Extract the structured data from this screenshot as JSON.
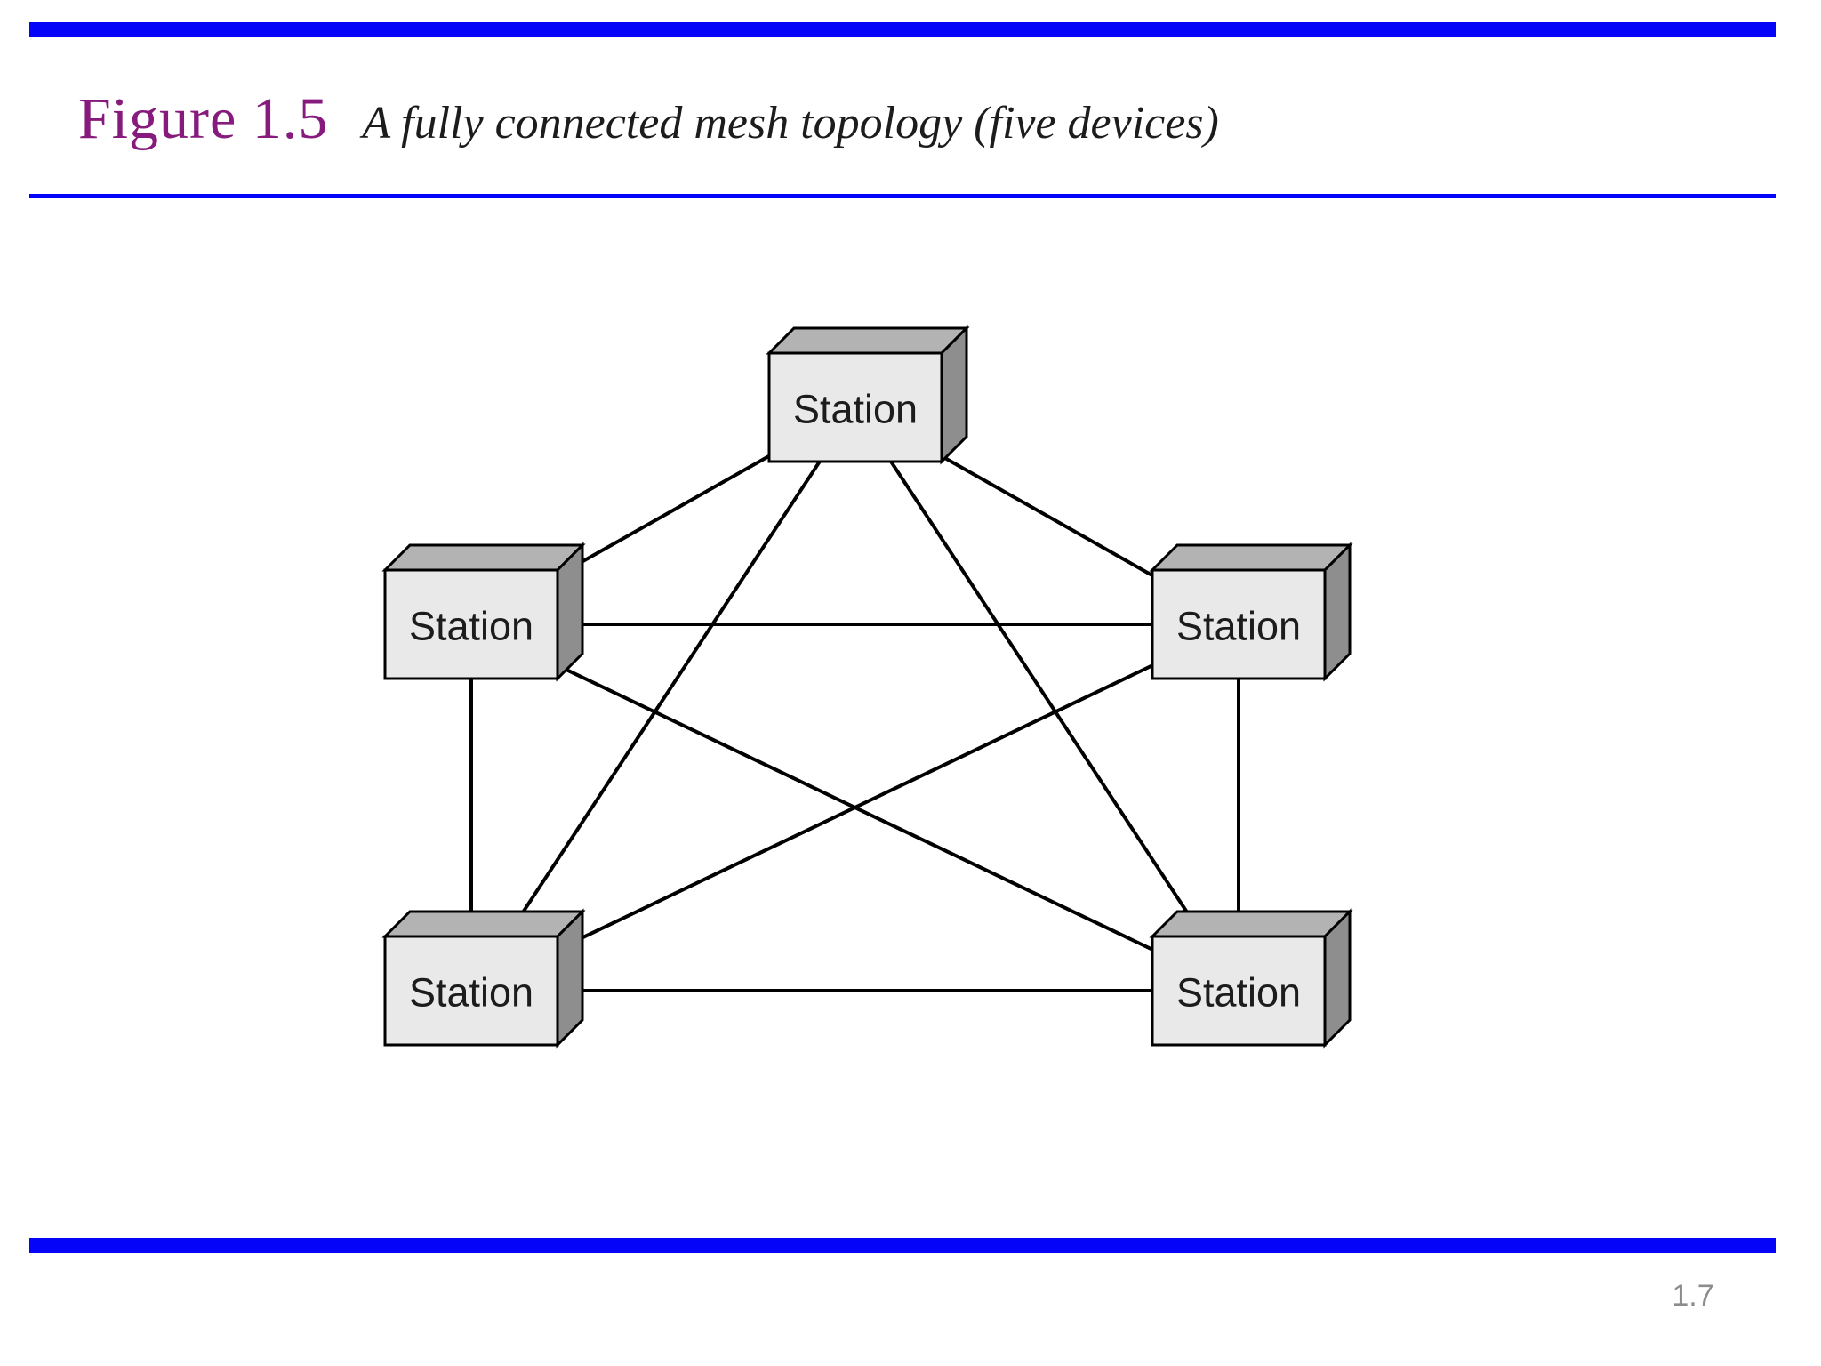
{
  "slide": {
    "figure_label": "Figure 1.5",
    "figure_caption": "A fully connected mesh topology (five devices)",
    "page_number": "1.7"
  },
  "diagram": {
    "type": "network-topology",
    "topology": "fully connected mesh",
    "device_count": 5,
    "stations": [
      {
        "id": "top",
        "label": "Station"
      },
      {
        "id": "left",
        "label": "Station"
      },
      {
        "id": "right",
        "label": "Station"
      },
      {
        "id": "bottom-left",
        "label": "Station"
      },
      {
        "id": "bottom-right",
        "label": "Station"
      }
    ],
    "connections": [
      [
        "top",
        "left"
      ],
      [
        "top",
        "right"
      ],
      [
        "top",
        "bottom-left"
      ],
      [
        "top",
        "bottom-right"
      ],
      [
        "left",
        "right"
      ],
      [
        "left",
        "bottom-left"
      ],
      [
        "left",
        "bottom-right"
      ],
      [
        "right",
        "bottom-left"
      ],
      [
        "right",
        "bottom-right"
      ],
      [
        "bottom-left",
        "bottom-right"
      ]
    ]
  },
  "colors": {
    "accent-blue": "#0404f8",
    "title-purple": "#861a7d",
    "text-black": "#1c1c1c",
    "box-front": "#e9e9e9",
    "box-top": "#b3b3b3",
    "box-side": "#8e8e8e",
    "line-black": "#000000",
    "page-gray": "#8c8c8c"
  }
}
